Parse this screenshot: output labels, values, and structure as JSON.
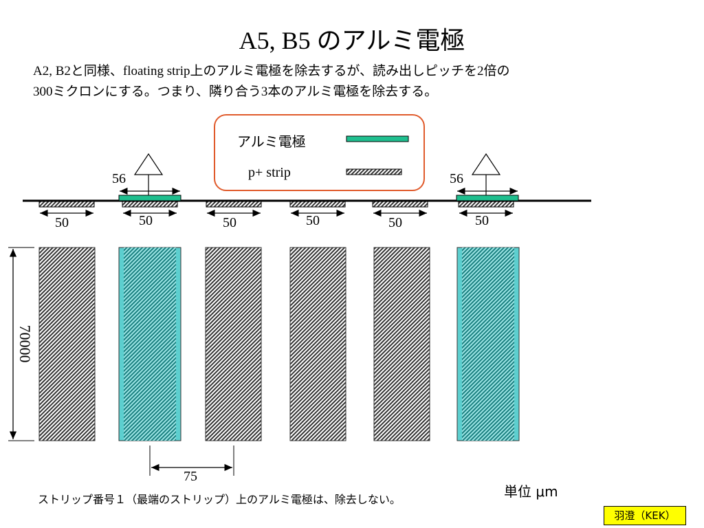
{
  "title": "A5, B5 のアルミ電極",
  "description": {
    "line1": "A2, B2と同様、floating strip上のアルミ電極を除去するが、読み出しピッチを2倍の",
    "line2": "300ミクロンにする。つまり、隣り合う3本のアルミ電極を除去する。"
  },
  "legend": {
    "aluminum_label": "アルミ電極",
    "pstrip_label": "p+ strip"
  },
  "dimensions": {
    "readout_width_left": "56",
    "readout_width_right": "56",
    "strip_widths": [
      "50",
      "50",
      "50",
      "50",
      "50",
      "50"
    ],
    "length": "70000",
    "pitch": "75"
  },
  "footnote": "ストリップ番号１（最端のストリップ）上のアルミ電極は、除去しない。",
  "unit": "単位 μm",
  "credit": "羽澄（KEK）",
  "colors": {
    "aluminum": "#1fbf8f",
    "aluminum_strip": "#5ccfcf",
    "pstrip": "#7a7a7a",
    "legend_border": "#e05a2b",
    "credit_bg": "#ffff00"
  },
  "icons": [
    "triangle-readout-icon"
  ]
}
